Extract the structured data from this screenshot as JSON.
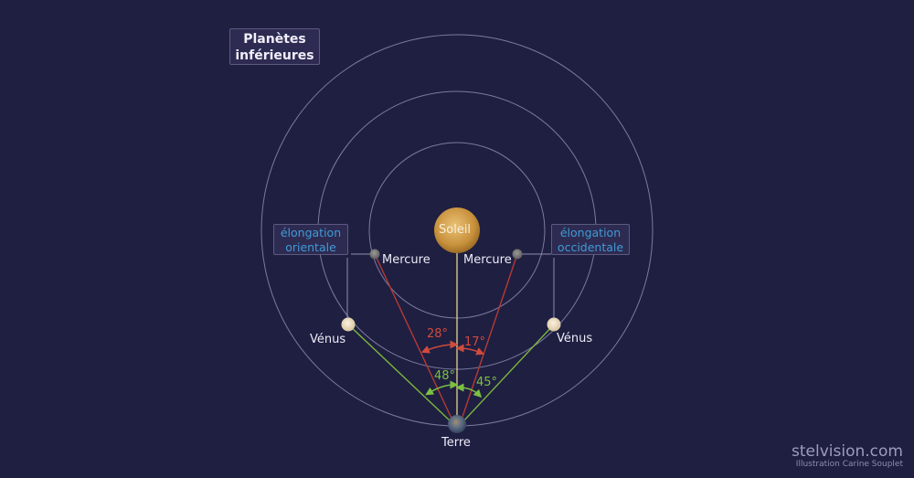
{
  "title": "Planètes inférieures",
  "title_lines": [
    "Planètes",
    "inférieures"
  ],
  "labels": {
    "sun": "Soleil",
    "earth": "Terre",
    "mercury_left": "Mercure",
    "mercury_right": "Mercure",
    "venus_left": "Vénus",
    "venus_right": "Vénus"
  },
  "elongation_boxes": {
    "east": [
      "élongation",
      "orientale"
    ],
    "west": [
      "élongation",
      "occidentale"
    ]
  },
  "angles": {
    "mercury_east": "28°",
    "mercury_west": "17°",
    "venus_east": "48°",
    "venus_west": "45°"
  },
  "colors": {
    "background": "#1f1f42",
    "orbit": "#8e8cb0",
    "sun": "#d6a64e",
    "sun_line": "#e6d488",
    "mercury_line": "#b43a33",
    "venus_line": "#7cb63c",
    "elongation_text": "#3f9bd6",
    "mercury_angle": "#cf4b3c",
    "venus_angle": "#7cc042"
  },
  "credit": {
    "site": "stelvision.com",
    "author": "Illustration Carine Souplet"
  }
}
